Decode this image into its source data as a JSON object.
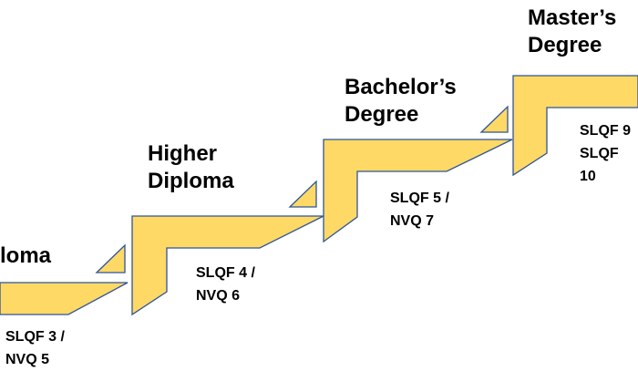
{
  "style": {
    "fill": "#FFD966",
    "stroke": "#2F5597"
  },
  "steps": [
    {
      "title": "loma",
      "level": "SLQF 3 /\nNVQ 5"
    },
    {
      "title": "Higher\nDiploma",
      "level": "SLQF 4 /\nNVQ 6"
    },
    {
      "title": "Bachelor’s\nDegree",
      "level": "SLQF 5 /\nNVQ 7"
    },
    {
      "title": "Master’s\nDegree",
      "level": "SLQF 9\nSLQF 10"
    }
  ]
}
